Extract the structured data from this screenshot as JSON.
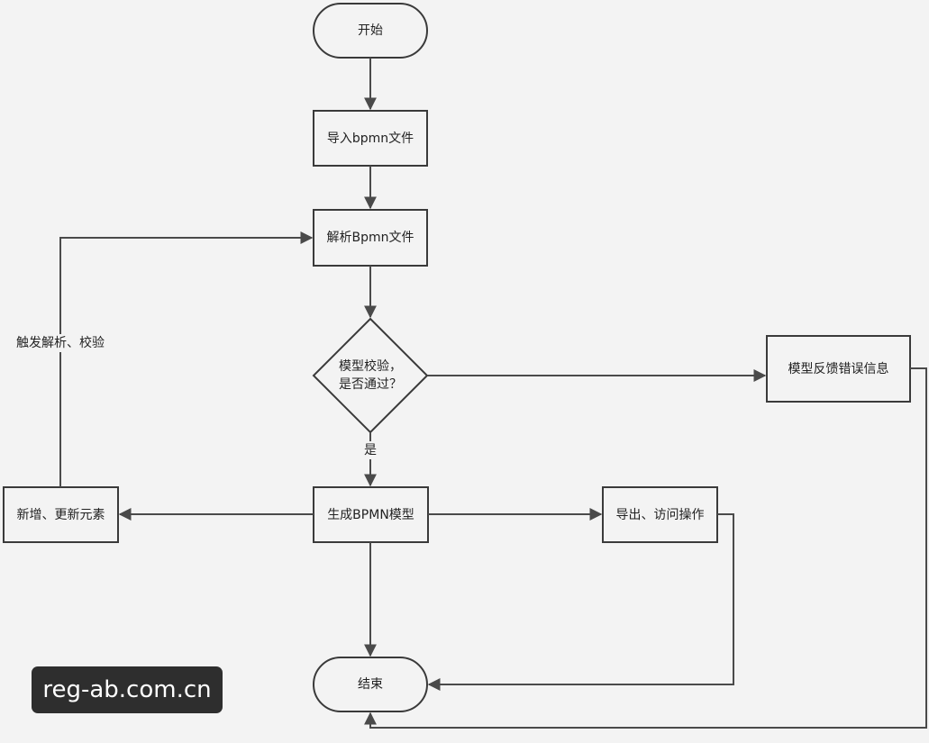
{
  "nodes": {
    "start": "开始",
    "import": "导入bpmn文件",
    "parse": "解析Bpmn文件",
    "validate": "模型校验，\n是否通过？",
    "feedback": "模型反馈错误信息",
    "generate": "生成BPMN模型",
    "add_update": "新增、更新元素",
    "export": "导出、访问操作",
    "end": "结束"
  },
  "edge_labels": {
    "yes": "是",
    "trigger": "触发解析、校验"
  },
  "watermark": "reg-ab.com.cn"
}
